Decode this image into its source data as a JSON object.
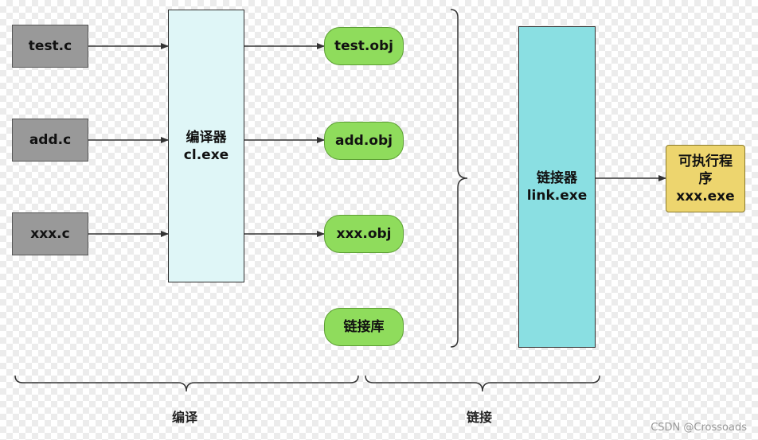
{
  "sources": [
    "test.c",
    "add.c",
    "xxx.c"
  ],
  "compiler": {
    "line1": "编译器",
    "line2": "cl.exe"
  },
  "objects": [
    "test.obj",
    "add.obj",
    "xxx.obj"
  ],
  "library": "链接库",
  "linker": {
    "line1": "链接器",
    "line2": "link.exe"
  },
  "executable": {
    "line1": "可执行程",
    "line2": "序",
    "line3": "xxx.exe"
  },
  "phases": {
    "compile": "编译",
    "link": "链接"
  },
  "credit": "CSDN @Crossoads",
  "colors": {
    "source_fill": "#999999",
    "object_fill": "#8fdc5c",
    "compiler_fill": "#dff6f7",
    "linker_fill": "#8adfe2",
    "exe_fill": "#edd56e"
  }
}
